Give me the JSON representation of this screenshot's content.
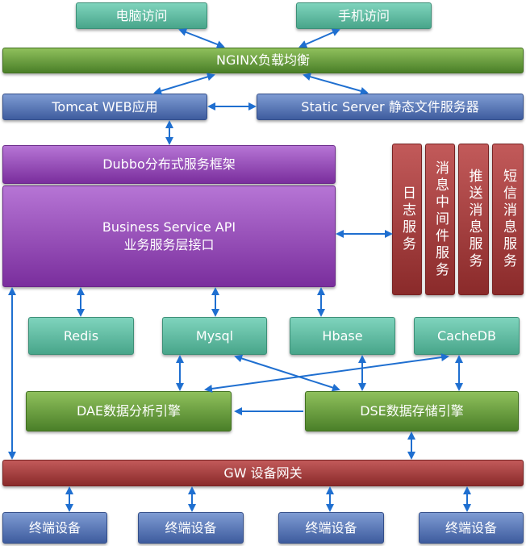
{
  "top": {
    "pc_access": "电脑访问",
    "mobile_access": "手机访问"
  },
  "nginx": "NGINX负载均衡",
  "tomcat": "Tomcat WEB应用",
  "static_server": "Static Server 静态文件服务器",
  "dubbo": "Dubbo分布式服务框架",
  "business": {
    "line1": "Business  Service API",
    "line2": "业务服务层接口"
  },
  "side_services": [
    "日志服务",
    "消息中间件服务",
    "推送消息服务",
    "短信消息服务"
  ],
  "storage": [
    "Redis",
    "Mysql",
    "Hbase",
    "CacheDB"
  ],
  "dae": "DAE数据分析引擎",
  "dse": "DSE数据存储引擎",
  "gateway": "GW 设备网关",
  "terminals": [
    "终端设备",
    "终端设备",
    "终端设备",
    "终端设备"
  ],
  "colors": {
    "teal": "#5bbfa3",
    "green": "#5e9436",
    "blue": "#4f6fb2",
    "purple": "#8f3fb3",
    "red": "#9e3a3a",
    "arrow": "#1f6fd0"
  }
}
